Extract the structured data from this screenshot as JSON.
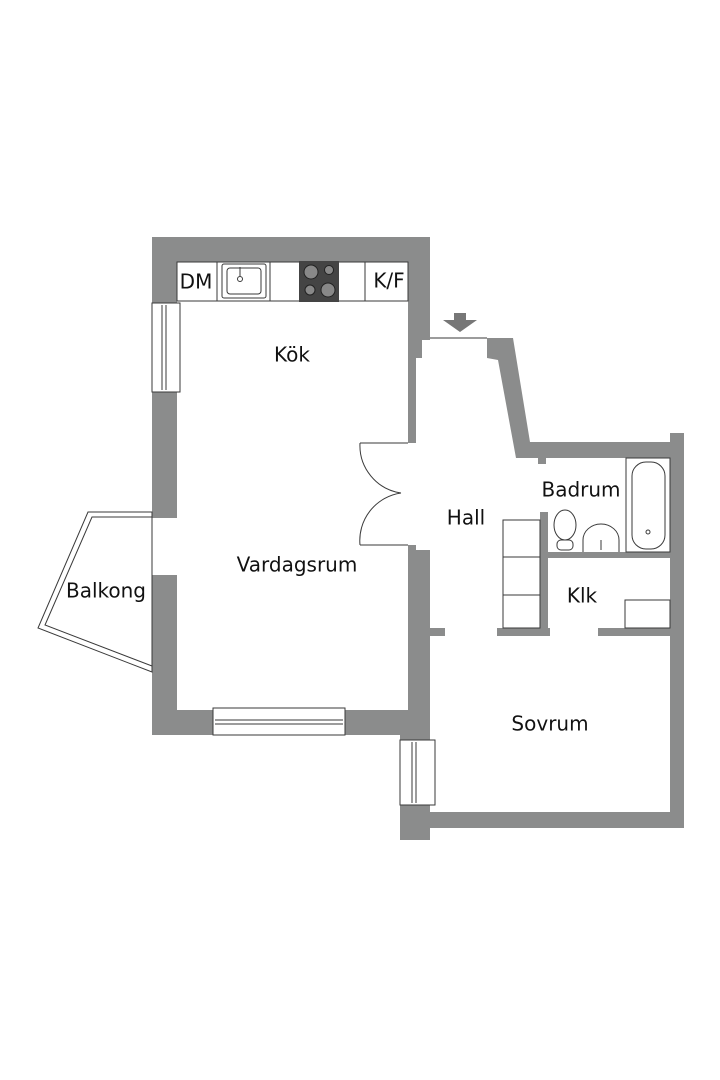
{
  "rooms": {
    "kitchen": "Kök",
    "living_room": "Vardagsrum",
    "balcony": "Balkong",
    "hall": "Hall",
    "bathroom": "Badrum",
    "closet": "Klk",
    "bedroom": "Sovrum"
  },
  "fixtures": {
    "dishwasher": "DM",
    "fridge_freezer": "K/F"
  },
  "colors": {
    "wall": "#8b8c8c",
    "stove": "#444444"
  },
  "icons": {
    "entrance": "entrance-arrow-icon"
  }
}
